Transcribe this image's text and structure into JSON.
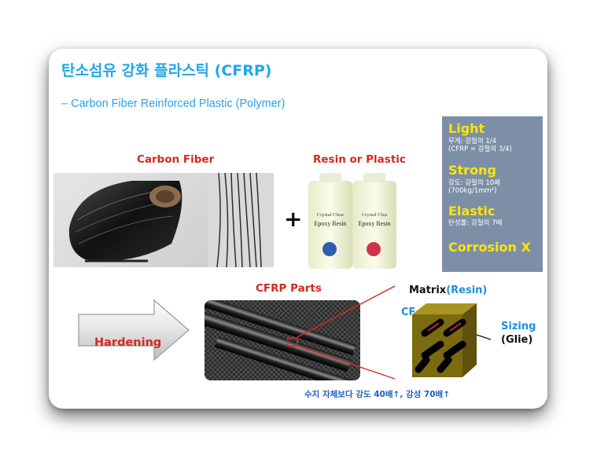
{
  "slide": {
    "title": "탄소섬유 강화 플라스틱 (CFRP)",
    "subtitle": "– Carbon Fiber Reinforced Plastic (Polymer)"
  },
  "materials": {
    "carbon_fiber_label": "Carbon Fiber",
    "resin_label": "Resin or Plastic",
    "plus": "+",
    "bottle_left_line1": "Crystal Clear",
    "bottle_left_line2": "Epoxy Resin",
    "bottle_right_line1": "Crystal Clea",
    "bottle_right_line2": "Epoxy Resin"
  },
  "properties": {
    "light": {
      "heading": "Light",
      "line1": "무게: 강철의 1/4",
      "line2": "(CFRP = 강철의 3/4)"
    },
    "strong": {
      "heading": "Strong",
      "line1": "강도: 강철의 10배",
      "line2": "(700kg/1mm²)"
    },
    "elastic": {
      "heading": "Elastic",
      "line1": "탄성률: 강철의 7배"
    },
    "corrosion": {
      "heading": "Corrosion X"
    }
  },
  "process": {
    "arrow_label": "Hardening",
    "parts_label": "CFRP Parts"
  },
  "structure": {
    "matrix_label": "Matrix",
    "resin_label": "(Resin)",
    "cf_label": "CF",
    "sizing_label": "Sizing",
    "glie_label": "(Glie)"
  },
  "caption": "수지 자체보다 강도 40배↑, 강성 70배↑",
  "colors": {
    "title": "#1fa8e8",
    "accent_red": "#d22a1e",
    "infobox_bg": "#7d8fa7",
    "infobox_heading": "#ffe600",
    "cube": "#7a6a10",
    "caption": "#1f5fbf"
  }
}
